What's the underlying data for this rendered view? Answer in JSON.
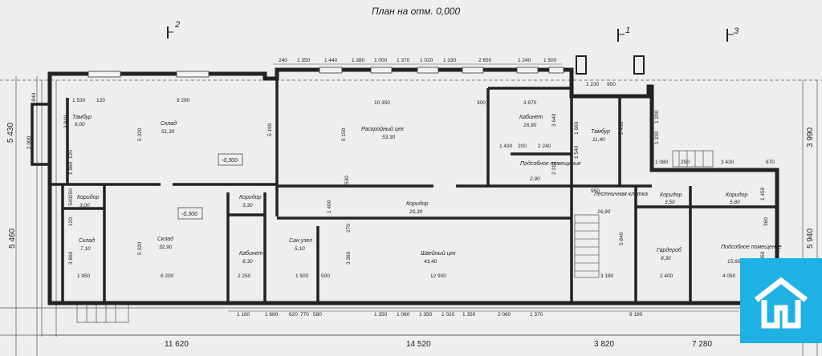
{
  "title": "План на отм. 0,000",
  "axes": [
    "2",
    "1",
    "3"
  ],
  "levels": [
    "-0,300",
    "-0,300"
  ],
  "rooms": [
    {
      "name": "Тамбур",
      "area": "6,00"
    },
    {
      "name": "Склад",
      "area": "51,30"
    },
    {
      "name": "Раскройный цех",
      "area": "53,30"
    },
    {
      "name": "Кабинет",
      "area": "16,90"
    },
    {
      "name": "Тамбур",
      "area": "11,40"
    },
    {
      "name": "Подсобное помещение",
      "area": "2,90"
    },
    {
      "name": "Коридор",
      "area": "3,00"
    },
    {
      "name": "Коридор",
      "area": "3,30"
    },
    {
      "name": "Коридор",
      "area": "20,30"
    },
    {
      "name": "Лестничная клетка",
      "area": "16,90"
    },
    {
      "name": "Коридор",
      "area": "3,50"
    },
    {
      "name": "Коридор",
      "area": "5,80"
    },
    {
      "name": "Склад",
      "area": "7,10"
    },
    {
      "name": "Склад",
      "area": "32,90"
    },
    {
      "name": "Кабинет",
      "area": "8,30"
    },
    {
      "name": "Сан.узел",
      "area": "5,10"
    },
    {
      "name": "Швейный цех",
      "area": "43,40"
    },
    {
      "name": "Гардероб",
      "area": "8,30"
    },
    {
      "name": "Подсобное помещение",
      "area": "15,60"
    }
  ],
  "dims_top": [
    "240",
    "1 350",
    "1 440",
    "1 380",
    "1 000",
    "1 370",
    "1 020",
    "1 330",
    "2 650",
    "1 240",
    "1 500"
  ],
  "dims_bottom_inner": [
    "1 180",
    "1 680",
    "620",
    "770",
    "580",
    "1 350",
    "1 060",
    "1 350",
    "1 020",
    "1 350",
    "2 060",
    "1 370",
    "9 190"
  ],
  "dims_bottom_outer": [
    "11 620",
    "14 520",
    "3 820",
    "7 280"
  ],
  "dims_left": [
    "1 840",
    "2 000",
    "5 430",
    "5 460"
  ],
  "dims_right": [
    "3 990",
    "5 940"
  ],
  "dims_interior": [
    "1 530",
    "120",
    "9 290",
    "10 350",
    "300",
    "3 870",
    "1 230",
    "950",
    "3 840",
    "5 320",
    "5 199",
    "5 150",
    "3 640",
    "1 660",
    "2 450",
    "1 200",
    "1 330",
    "1 430",
    "200",
    "2 240",
    "2 310",
    "1 540",
    "1 080",
    "250",
    "3 430",
    "670",
    "120",
    "1 960",
    "530",
    "1 400",
    "950",
    "1 450",
    "1 540",
    "250",
    "120",
    "270",
    "3 860",
    "5 320",
    "3 360",
    "5 840",
    "3 850",
    "1 950",
    "6 200",
    "2 250",
    "1 500",
    "500",
    "12 900",
    "3 180",
    "2 400",
    "4 050",
    "360"
  ],
  "colors": {
    "background": "#eeeeec",
    "wall": "#222222",
    "logo": "#1fb1e3"
  },
  "logo_icon": "house-logo-icon"
}
